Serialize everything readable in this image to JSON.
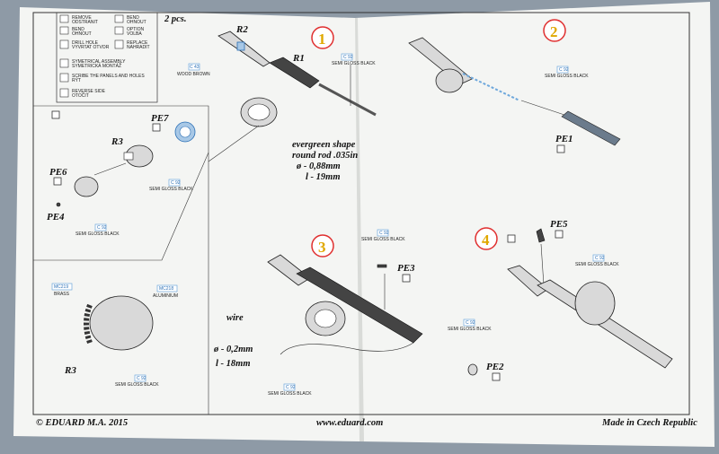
{
  "legend": [
    {
      "icon": "remove-icon",
      "label": "REMOVE\nODSTRANIT"
    },
    {
      "icon": "bend-icon",
      "label": "BEND\nOHNOUT"
    },
    {
      "icon": "bend-shape-icon",
      "label": "BEND\nOHNOUT"
    },
    {
      "icon": "optional-icon",
      "label": "OPTION\nVOLBA"
    },
    {
      "icon": "drill-icon",
      "label": "DRILL HOLE\nVYVRTAT OTVOR"
    },
    {
      "icon": "replace-icon",
      "label": "REPLACE\nNAHRADIT"
    },
    {
      "icon": "symmetry-icon",
      "label": "SYMETRICAL ASSEMBLY\nSYMETRICKÁ MONTÁŽ"
    },
    {
      "icon": "score-icon",
      "label": "SCRIBE THE PANELS AND HOLES\nRÝT"
    },
    {
      "icon": "reverse-icon",
      "label": "REVERSE SIDE\nOTOČIT"
    }
  ],
  "header": {
    "pcs": "2 pcs."
  },
  "steps": {
    "s1": "1",
    "s2": "2",
    "s3": "3",
    "s4": "4"
  },
  "parts": {
    "R1": "R1",
    "R2": "R2",
    "R3": "R3",
    "R3b": "R3",
    "PE1": "PE1",
    "PE2": "PE2",
    "PE3": "PE3",
    "PE4": "PE4",
    "PE5": "PE5",
    "PE6": "PE6",
    "PE7": "PE7"
  },
  "colors": {
    "c43_code": "C 43",
    "c43_name": "WOOD BROWN",
    "c92_code": "C 92",
    "c92_name": "SEMI GLOSS BLACK",
    "mc218_code": "MC218",
    "mc218_name": "ALUMINIUM",
    "mc219_code": "MC219",
    "mc219_name": "BRASS"
  },
  "notes": {
    "rod_1": "evergreen shape",
    "rod_2": "round rod .035in",
    "rod_3": "ø - 0,88mm",
    "rod_4": "l - 19mm",
    "wire_1": "wire",
    "wire_2": "ø - 0,2mm",
    "wire_3": "l - 18mm"
  },
  "footer": {
    "copyright": "© EDUARD  M.A. 2015",
    "website": "www.eduard.com",
    "made_in": "Made in Czech Republic"
  },
  "accent": {
    "step_circle": "#e03030",
    "step_number": "#e0a800",
    "photo_etch": "#6fa8dc"
  }
}
